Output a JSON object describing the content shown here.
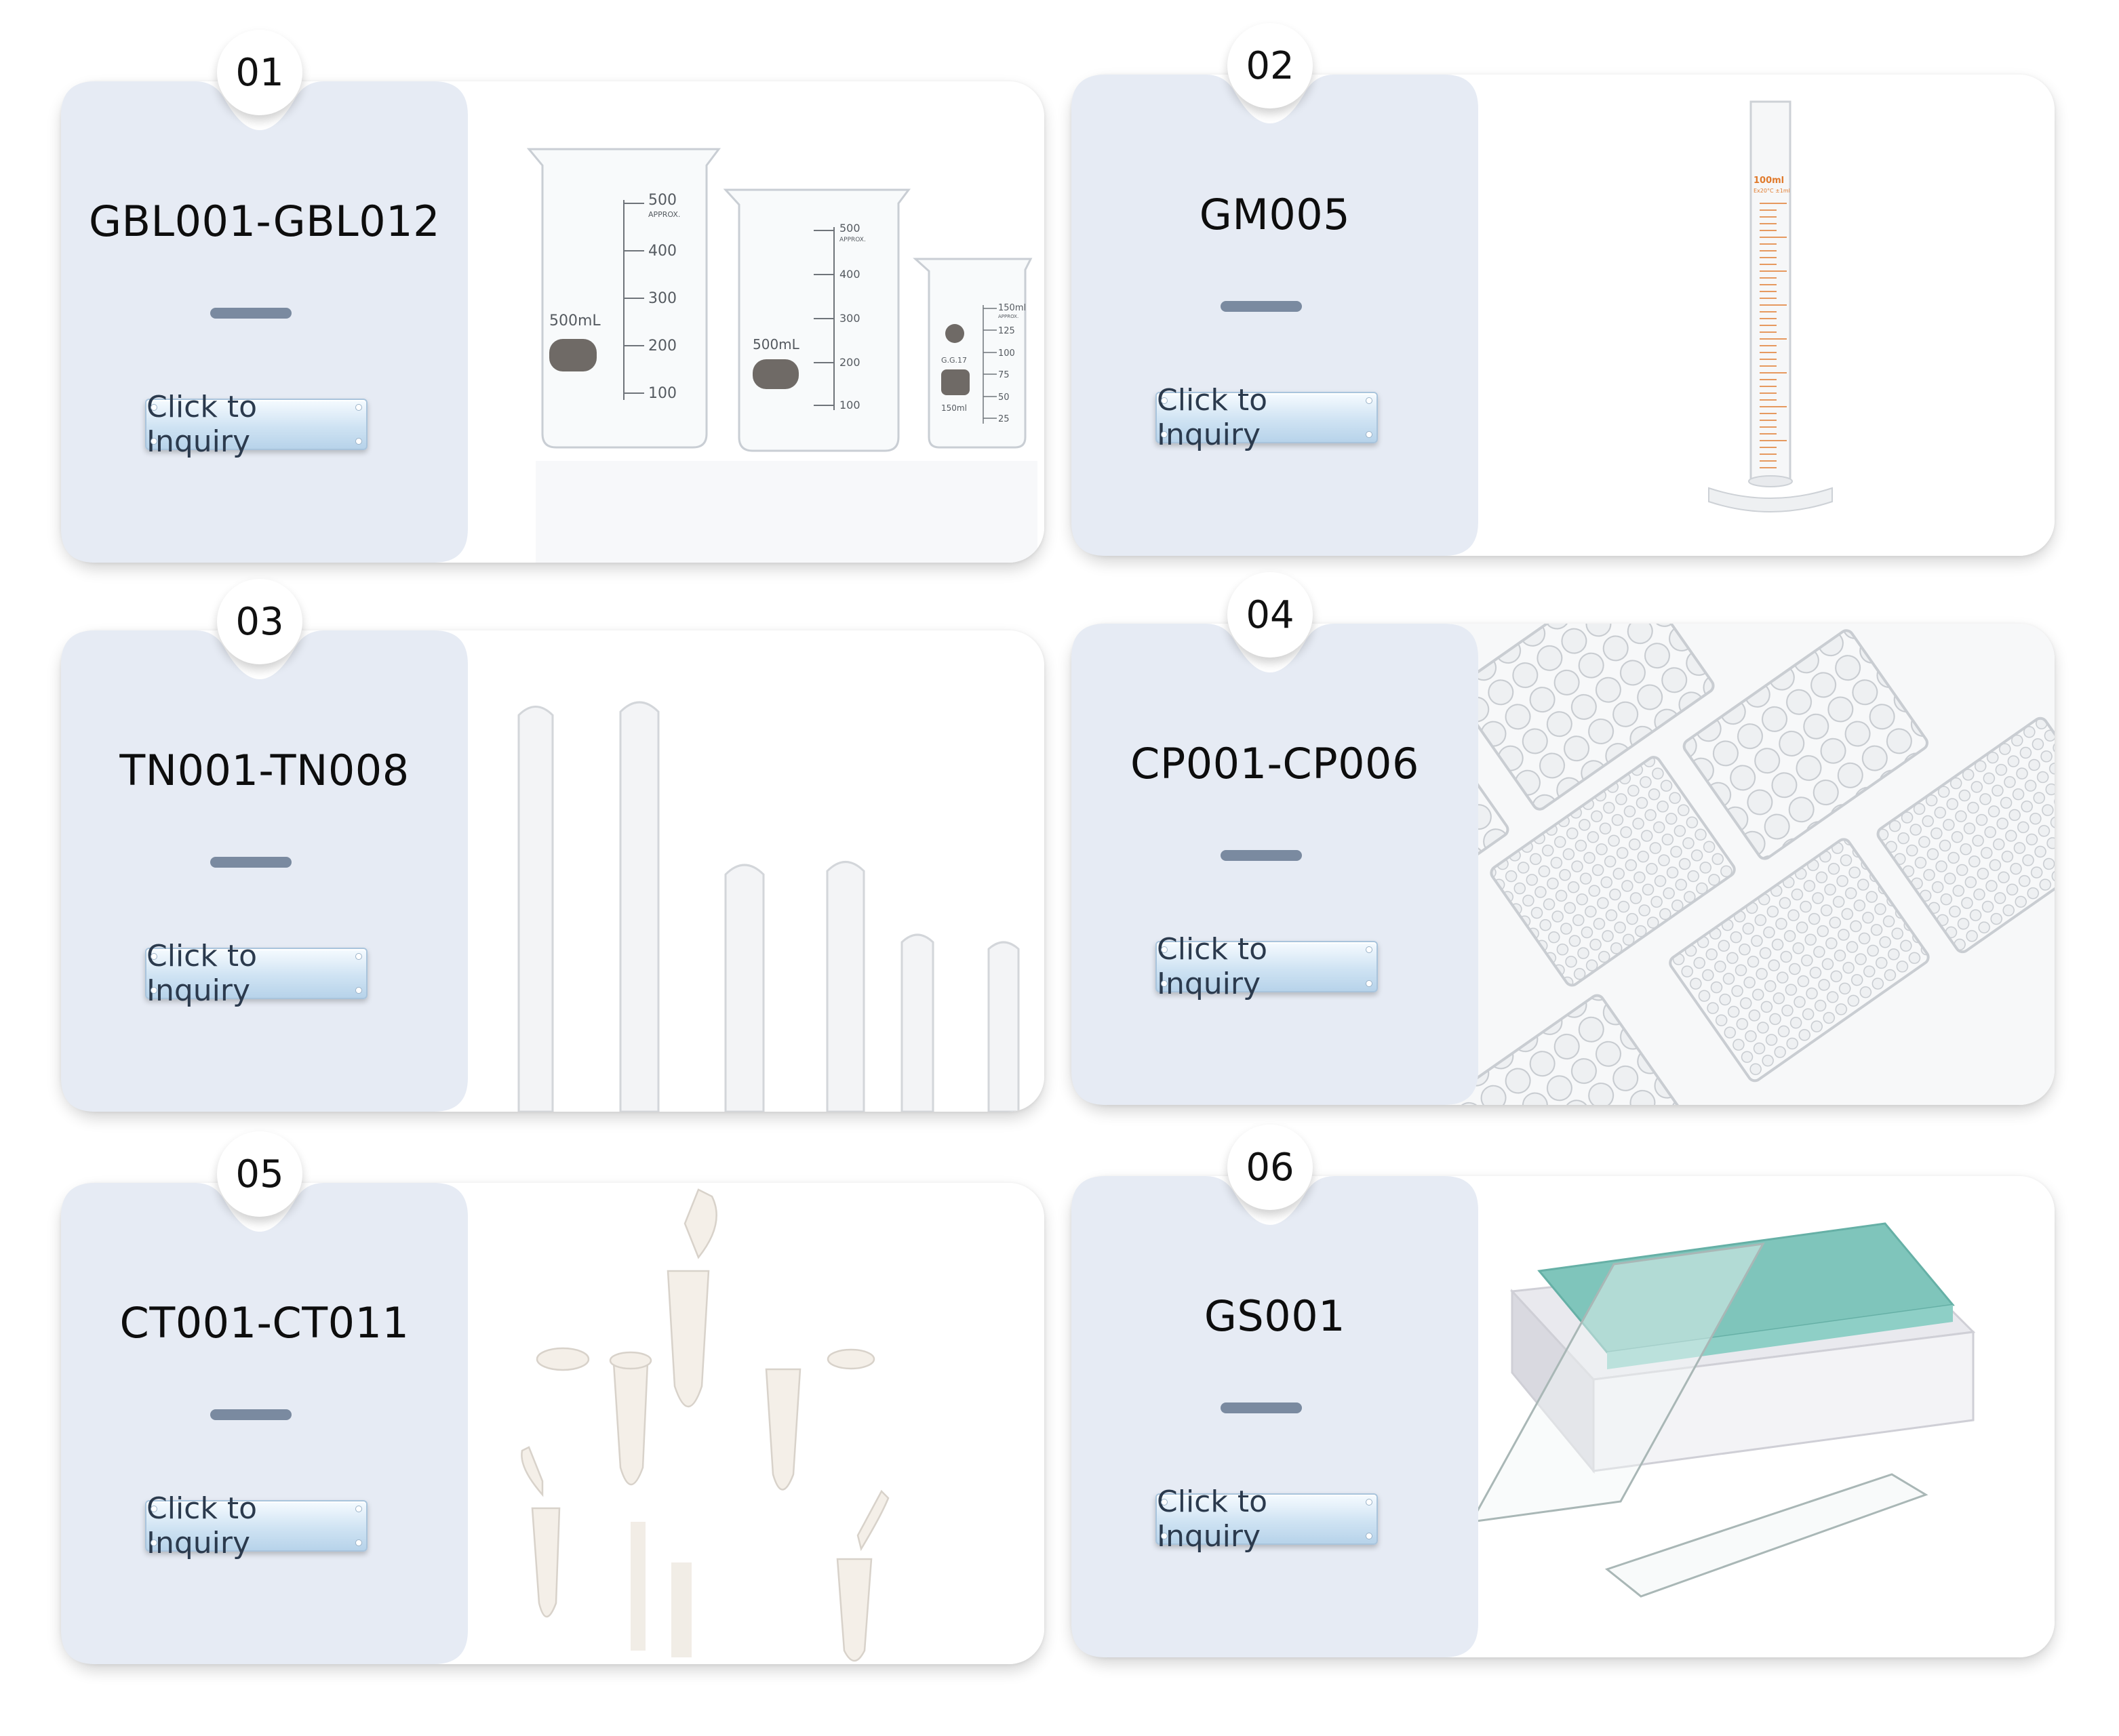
{
  "button_label": "Click to Inquiry",
  "cards": [
    {
      "number": "01",
      "code": "GBL001-GBL012",
      "image": "glass-beakers"
    },
    {
      "number": "02",
      "code": "GM005",
      "image": "graduated-cylinder"
    },
    {
      "number": "03",
      "code": "TN001-TN008",
      "image": "test-tubes"
    },
    {
      "number": "04",
      "code": "CP001-CP006",
      "image": "cell-culture-plates"
    },
    {
      "number": "05",
      "code": "CT001-CT011",
      "image": "centrifuge-tubes"
    },
    {
      "number": "06",
      "code": "GS001",
      "image": "glass-slides"
    }
  ],
  "beaker_labels": {
    "large": [
      "500",
      "APPROX.",
      "400",
      "300",
      "200",
      "100",
      "500mL"
    ],
    "medium": [
      "500",
      "APPROX.",
      "400",
      "300",
      "200",
      "100",
      "500mL"
    ],
    "small": [
      "150ml",
      "APPROX.",
      "125",
      "100",
      "75",
      "50",
      "25",
      "G.G.17",
      "150ml"
    ]
  },
  "cylinder_labels": {
    "volume": "100ml",
    "calibration": "Ex20°C ±1ml"
  },
  "colors": {
    "panel": "#e6ebf4",
    "dash": "#7a8aa0",
    "button_top": "#f6fbff",
    "button_bottom": "#b7d3ea",
    "cylinder_marks": "#e07a2c",
    "slide_box": "#7fc5bb"
  }
}
